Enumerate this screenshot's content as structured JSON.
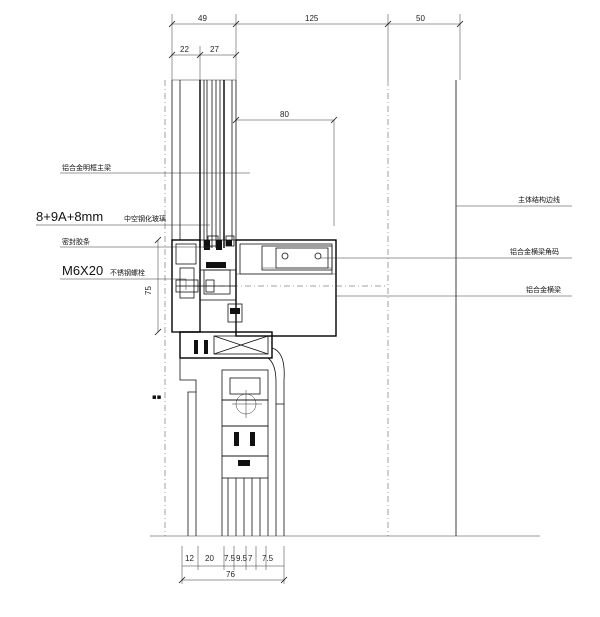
{
  "dimensions": {
    "top": [
      "49",
      "125",
      "50"
    ],
    "top_sub": [
      "22",
      "27"
    ],
    "inner": "80",
    "left": "75",
    "bottom": [
      "12",
      "20",
      "7.5",
      "9.5",
      "7",
      "7.5"
    ],
    "bottom_total": "76"
  },
  "labels": {
    "mullion": "铝合金明框主梁",
    "glass_spec": "8+9A+8mm",
    "glass_desc": "中空钢化玻璃",
    "sealant": "密封胶条",
    "bolt_spec": "M6X20",
    "bolt_desc": "不锈钢螺栓",
    "structure_line": "主体结构边线",
    "transom_corner": "铝合金横梁角码",
    "transom": "铝合金横梁",
    "small_tag": "▪▪"
  }
}
